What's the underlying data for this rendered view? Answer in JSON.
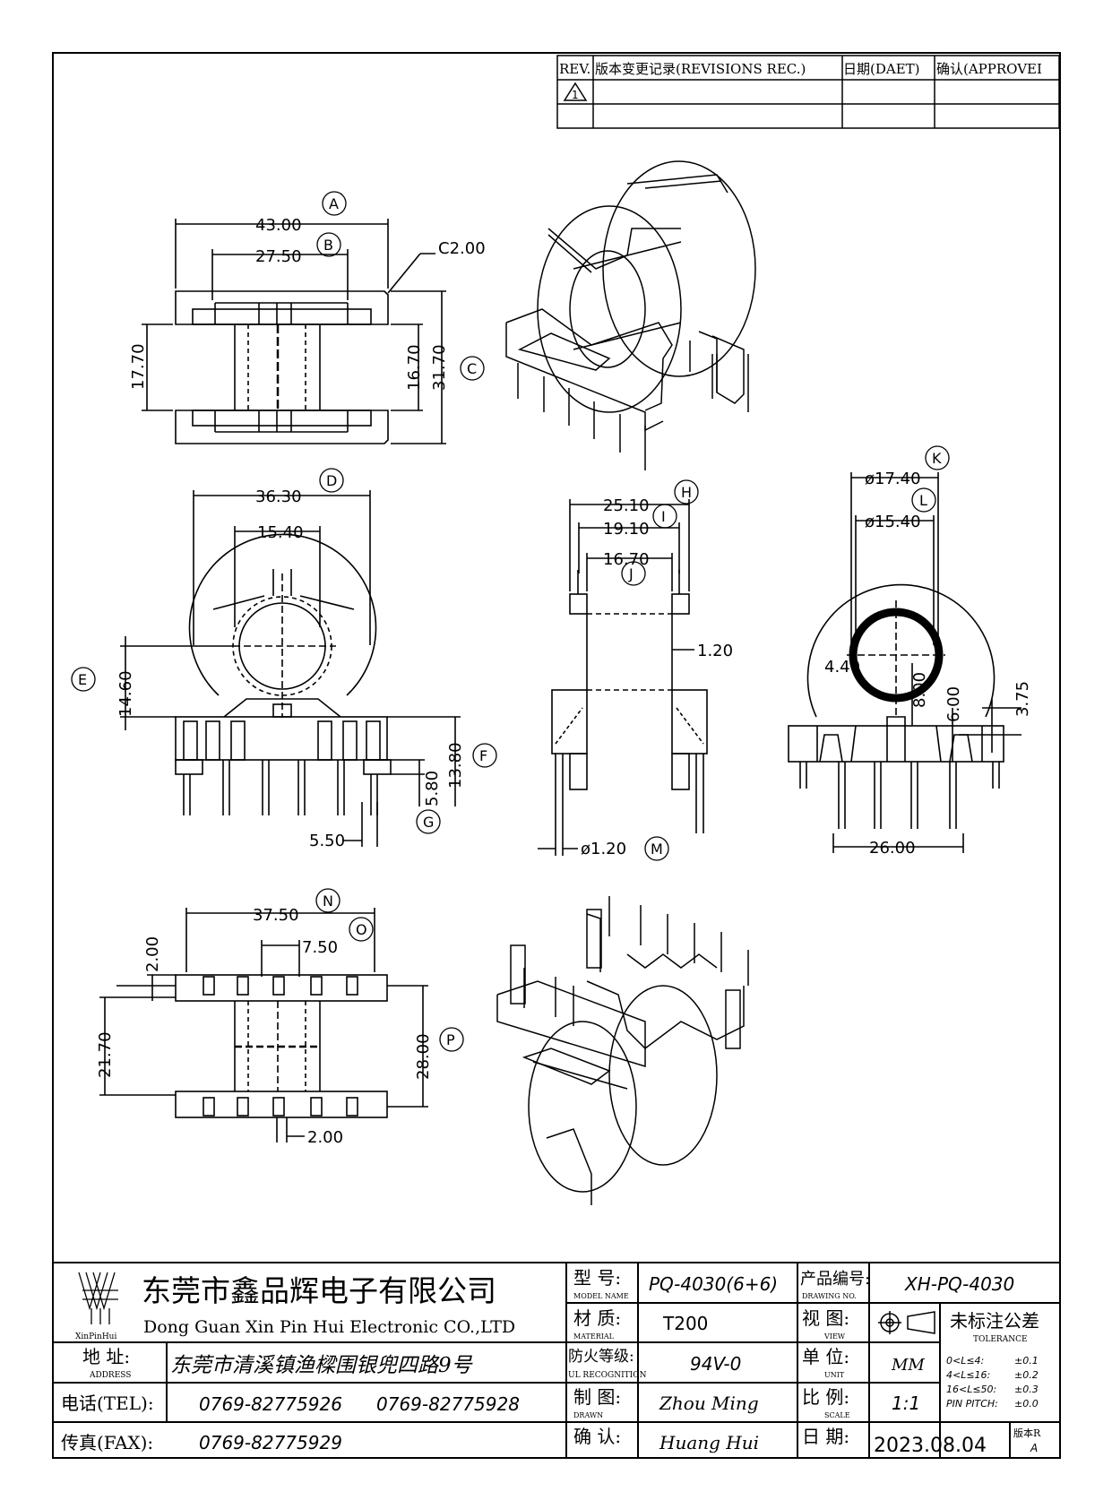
{
  "revision_block": {
    "headers": [
      "REV.",
      "版本变更记录(REVISIONS REC.)",
      "日期(DAET)",
      "确认(APPROVEI"
    ],
    "rev_symbol": "1"
  },
  "dimensions": {
    "A": "43.00",
    "B": "27.50",
    "C": "31.70",
    "c_inner": "16.70",
    "c_left": "17.70",
    "chamfer": "C2.00",
    "D": "36.30",
    "d_inner": "15.40",
    "E": "14.60",
    "F": "13.80",
    "f_inner": "5.80",
    "G": "5.50",
    "H": "25.10",
    "I": "19.10",
    "J": "16.70",
    "j_side": "1.20",
    "M": "ø1.20",
    "K": "ø17.40",
    "L": "ø15.40",
    "r_44": "4.40",
    "r_800": "8.00",
    "r_600": "6.00",
    "r_375": "3.75",
    "r_2600": "26.00",
    "N": "37.50",
    "O": "7.50",
    "P": "28.00",
    "p_left": "21.70",
    "p_top": "2.00",
    "p_bottom": "2.00"
  },
  "callouts": [
    "A",
    "B",
    "C",
    "D",
    "E",
    "F",
    "G",
    "H",
    "I",
    "J",
    "K",
    "L",
    "M",
    "N",
    "O",
    "P"
  ],
  "title_block": {
    "logo_text": "XinPinHui",
    "company_cn": "东莞市鑫品辉电子有限公司",
    "company_en": "Dong Guan Xin Pin Hui Electronic CO.,LTD",
    "address_label": "地  址:",
    "address_label_en": "ADDRESS",
    "address": "东莞市清溪镇渔樑围银兜四路9号",
    "tel_label": "电话(TEL):",
    "tel1": "0769-82775926",
    "tel2": "0769-82775928",
    "fax_label": "传真(FAX):",
    "fax": "0769-82775929",
    "model_label": "型  号:",
    "model_label_en": "MODEL NAME",
    "model": "PQ-4030(6+6)",
    "material_label": "材  质:",
    "material_label_en": "MATERIAL",
    "material": "T200",
    "fire_label": "防火等级:",
    "fire_label_en": "UL RECOGNITION",
    "fire": "94V-0",
    "drawn_label": "制  图:",
    "drawn_label_en": "DRAWN",
    "drawn": "Zhou Ming",
    "confirm_label": "确  认:",
    "confirm": "Huang Hui",
    "drawing_no_label": "产品编号:",
    "drawing_no_label_en": "DRAWING NO.",
    "drawing_no": "XH-PQ-4030",
    "view_label": "视  图:",
    "view_label_en": "VIEW",
    "unit_label": "单  位:",
    "unit_label_en": "UNIT",
    "unit": "MM",
    "scale_label": "比  例:",
    "scale_label_en": "SCALE",
    "scale": "1:1",
    "date_label": "日  期:",
    "date": "2023.08.04",
    "tolerance_title": "未标注公差",
    "tolerance_en": "TOLERANCE",
    "tolerances": [
      {
        "range": "0<L≤4:",
        "value": "±0.1"
      },
      {
        "range": "4<L≤16:",
        "value": "±0.2"
      },
      {
        "range": "16<L≤50:",
        "value": "±0.3"
      },
      {
        "range": "PIN PITCH:",
        "value": "±0.0"
      }
    ],
    "version_label": "版本R",
    "version": "A"
  }
}
